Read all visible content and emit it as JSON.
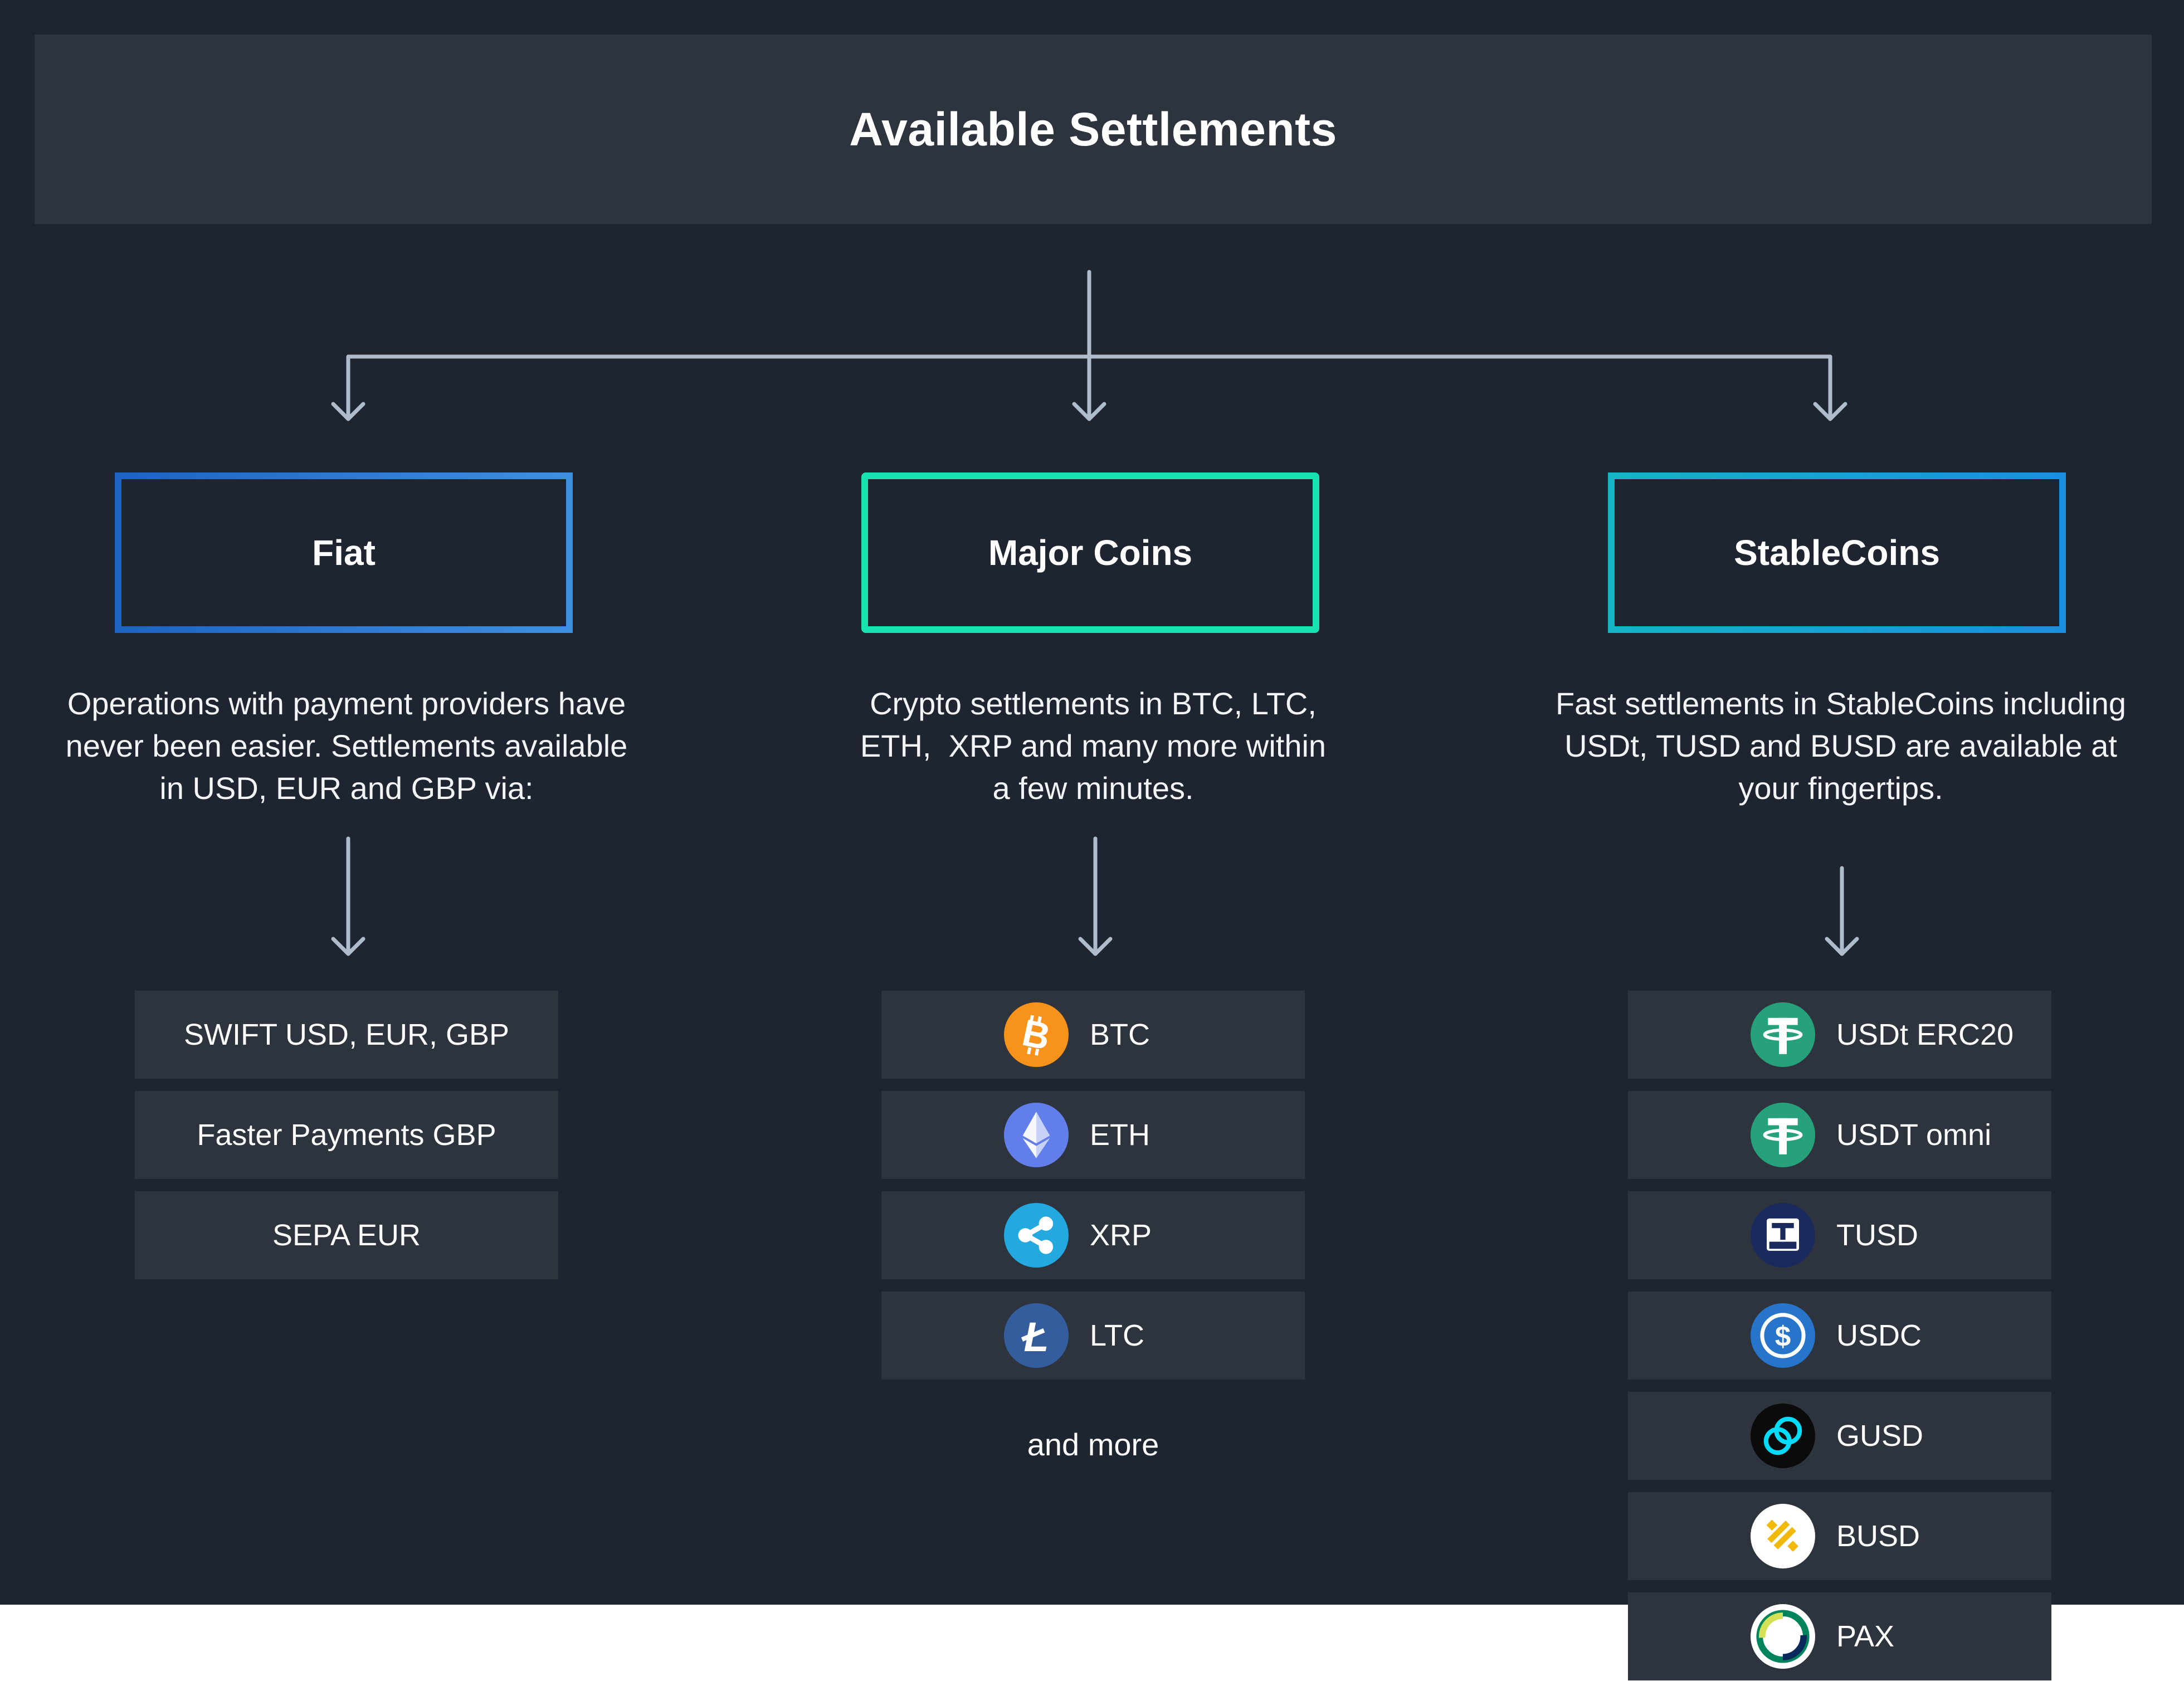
{
  "title": "Available Settlements",
  "categories": [
    {
      "label": "Fiat",
      "description": [
        "Operations with payment providers have",
        "never been easier. Settlements available",
        "in USD, EUR and GBP via:"
      ],
      "items": [
        {
          "label": "SWIFT USD, EUR, GBP"
        },
        {
          "label": "Faster Payments GBP"
        },
        {
          "label": "SEPA EUR"
        }
      ]
    },
    {
      "label": "Major Coins",
      "description": [
        "Crypto settlements in BTC, LTC,",
        "ETH,  XRP and many more within",
        "a few minutes."
      ],
      "items": [
        {
          "label": "BTC",
          "icon": "bitcoin-icon",
          "color": "#f7931a"
        },
        {
          "label": "ETH",
          "icon": "ethereum-icon",
          "color": "#627eea"
        },
        {
          "label": "XRP",
          "icon": "ripple-icon",
          "color": "#23a8e0"
        },
        {
          "label": "LTC",
          "icon": "litecoin-icon",
          "color": "#345d9d"
        }
      ],
      "footer": "and more"
    },
    {
      "label": "StableCoins",
      "description": [
        "Fast settlements in StableCoins including",
        "USDt, TUSD and BUSD are available at",
        "your fingertips."
      ],
      "items": [
        {
          "label": "USDt ERC20",
          "icon": "tether-icon",
          "color": "#26a17b"
        },
        {
          "label": "USDT omni",
          "icon": "tether-icon",
          "color": "#26a17b"
        },
        {
          "label": "TUSD",
          "icon": "trueusd-icon",
          "color": "#1a2a5c"
        },
        {
          "label": "USDC",
          "icon": "usd-coin-icon",
          "color": "#2775ca"
        },
        {
          "label": "GUSD",
          "icon": "gemini-dollar-icon",
          "color": "#00dcfa"
        },
        {
          "label": "BUSD",
          "icon": "binance-usd-icon",
          "color": "#f0b90b"
        },
        {
          "label": "PAX",
          "icon": "paxos-icon",
          "color": "#00845d"
        }
      ]
    }
  ],
  "colors": {
    "background": "#1f2530",
    "card": "#2e343e",
    "connector": "#aebccb",
    "fiat_border": "#2f7fd8",
    "major_border": "#17e3b0",
    "stable_border": "#14a8d8"
  }
}
